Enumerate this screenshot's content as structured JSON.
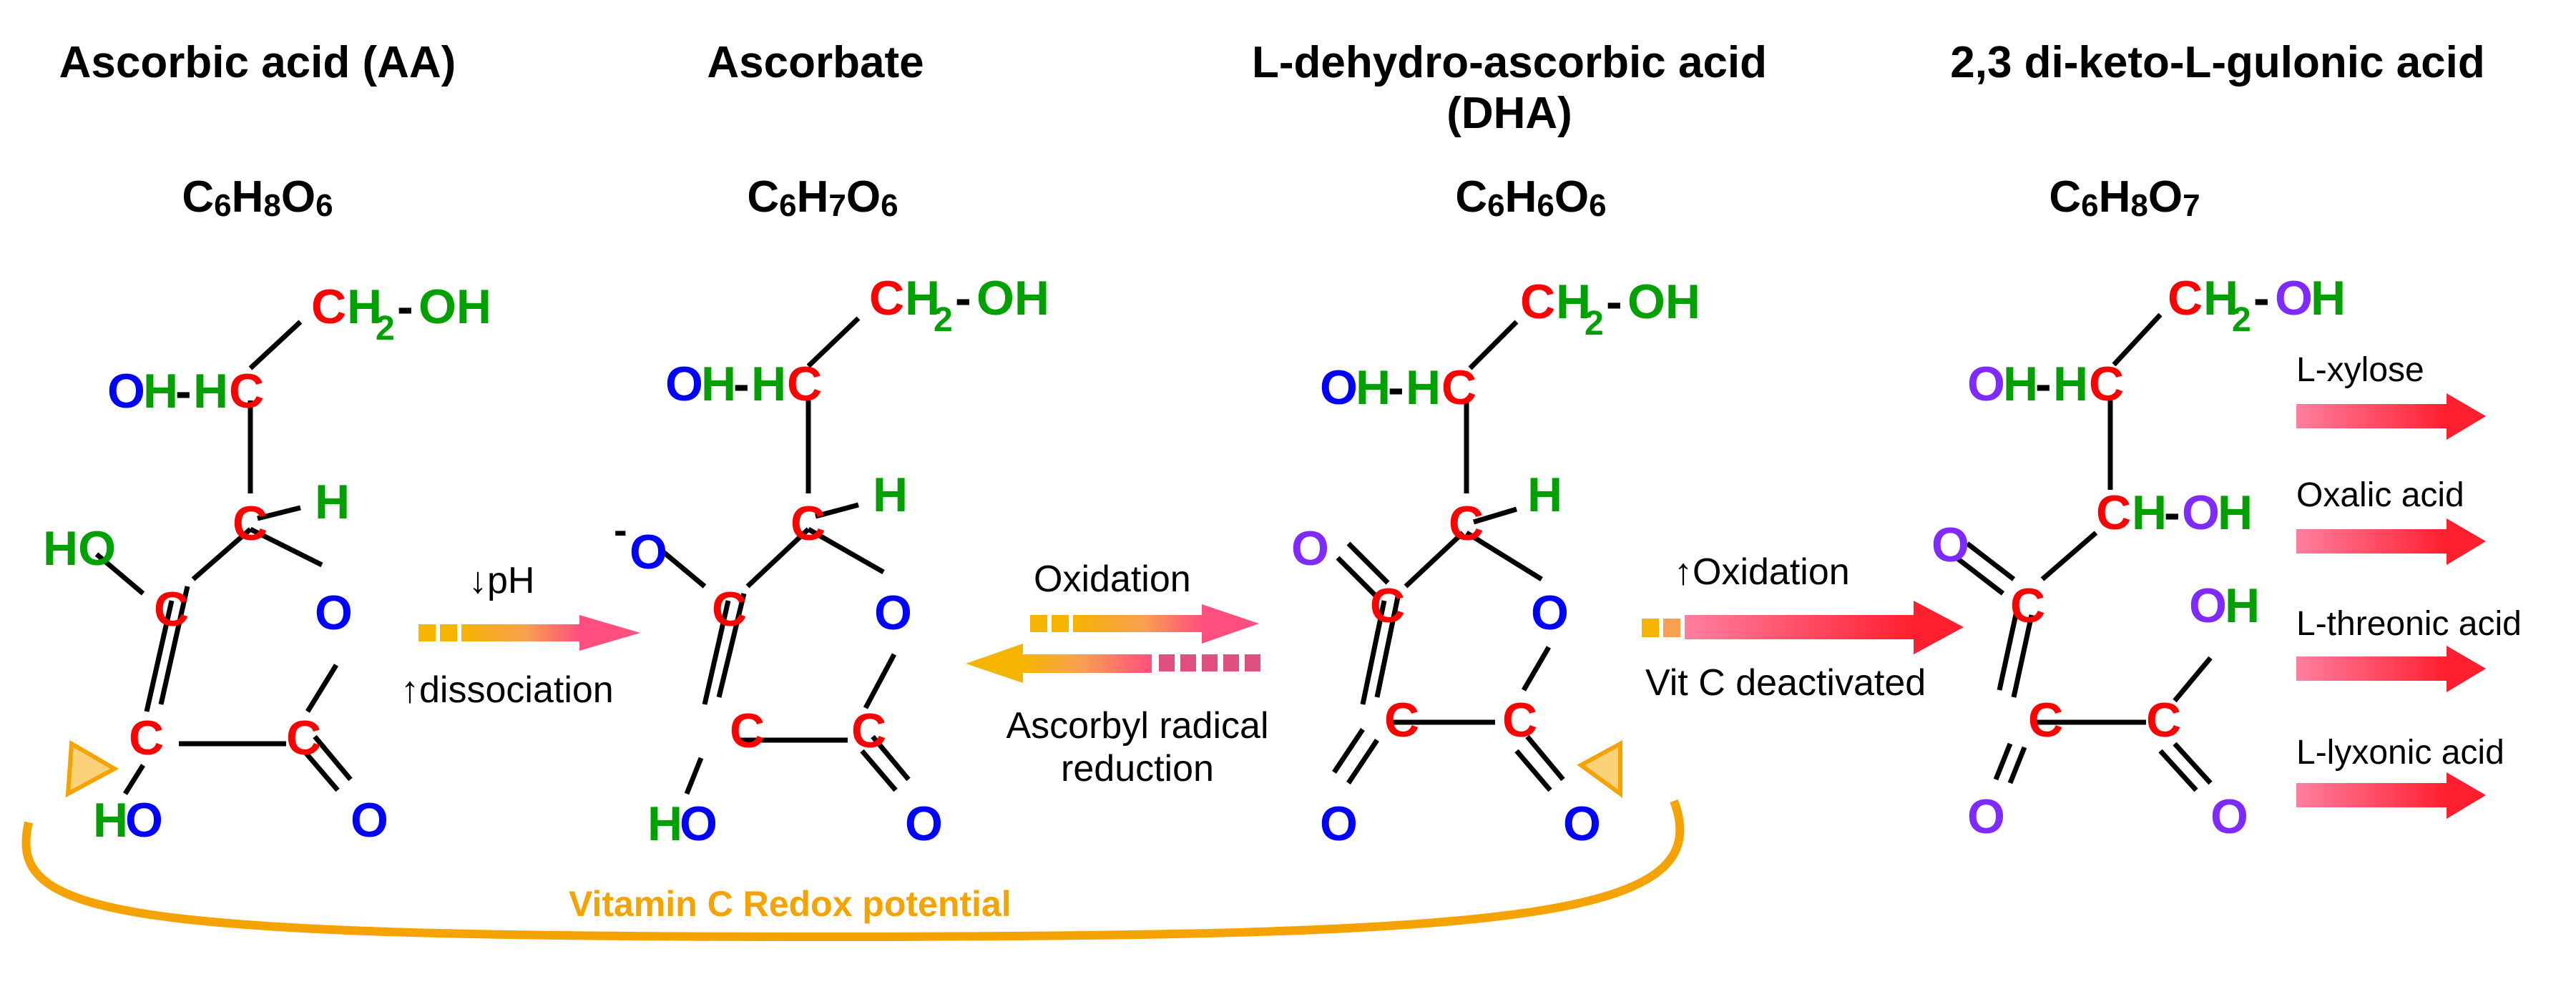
{
  "molecules": [
    {
      "name": "Ascorbic acid (AA)",
      "formula": {
        "c": "6",
        "h": "8",
        "o": "6"
      }
    },
    {
      "name": "Ascorbate",
      "formula": {
        "c": "6",
        "h": "7",
        "o": "6"
      }
    },
    {
      "name_line1": "L-dehydro-ascorbic acid",
      "name_line2": "(DHA)",
      "formula": {
        "c": "6",
        "h": "6",
        "o": "6"
      }
    },
    {
      "name": "2,3 di-keto-L-gulonic acid",
      "formula": {
        "c": "6",
        "h": "8",
        "o": "7"
      }
    }
  ],
  "transitions": {
    "t1_top": "↓pH",
    "t1_bottom": "↑dissociation",
    "t2_top": "Oxidation",
    "t2_bottom_line1": "Ascorbyl radical",
    "t2_bottom_line2": "reduction",
    "t3_top": "↑Oxidation",
    "t3_bottom": "Vit C deactivated"
  },
  "products": [
    "L-xylose",
    "Oxalic acid",
    "L-threonic acid",
    "L-lyxonic acid"
  ],
  "cycle_label": "Vitamin C Redox potential",
  "colors": {
    "carbon": "#ff0000",
    "oxygen": "#0000ff",
    "hydrogen": "#00a000",
    "violet": "#7f2bff",
    "gold": "#f5a300",
    "arrow_red": "#ff1f3f"
  }
}
